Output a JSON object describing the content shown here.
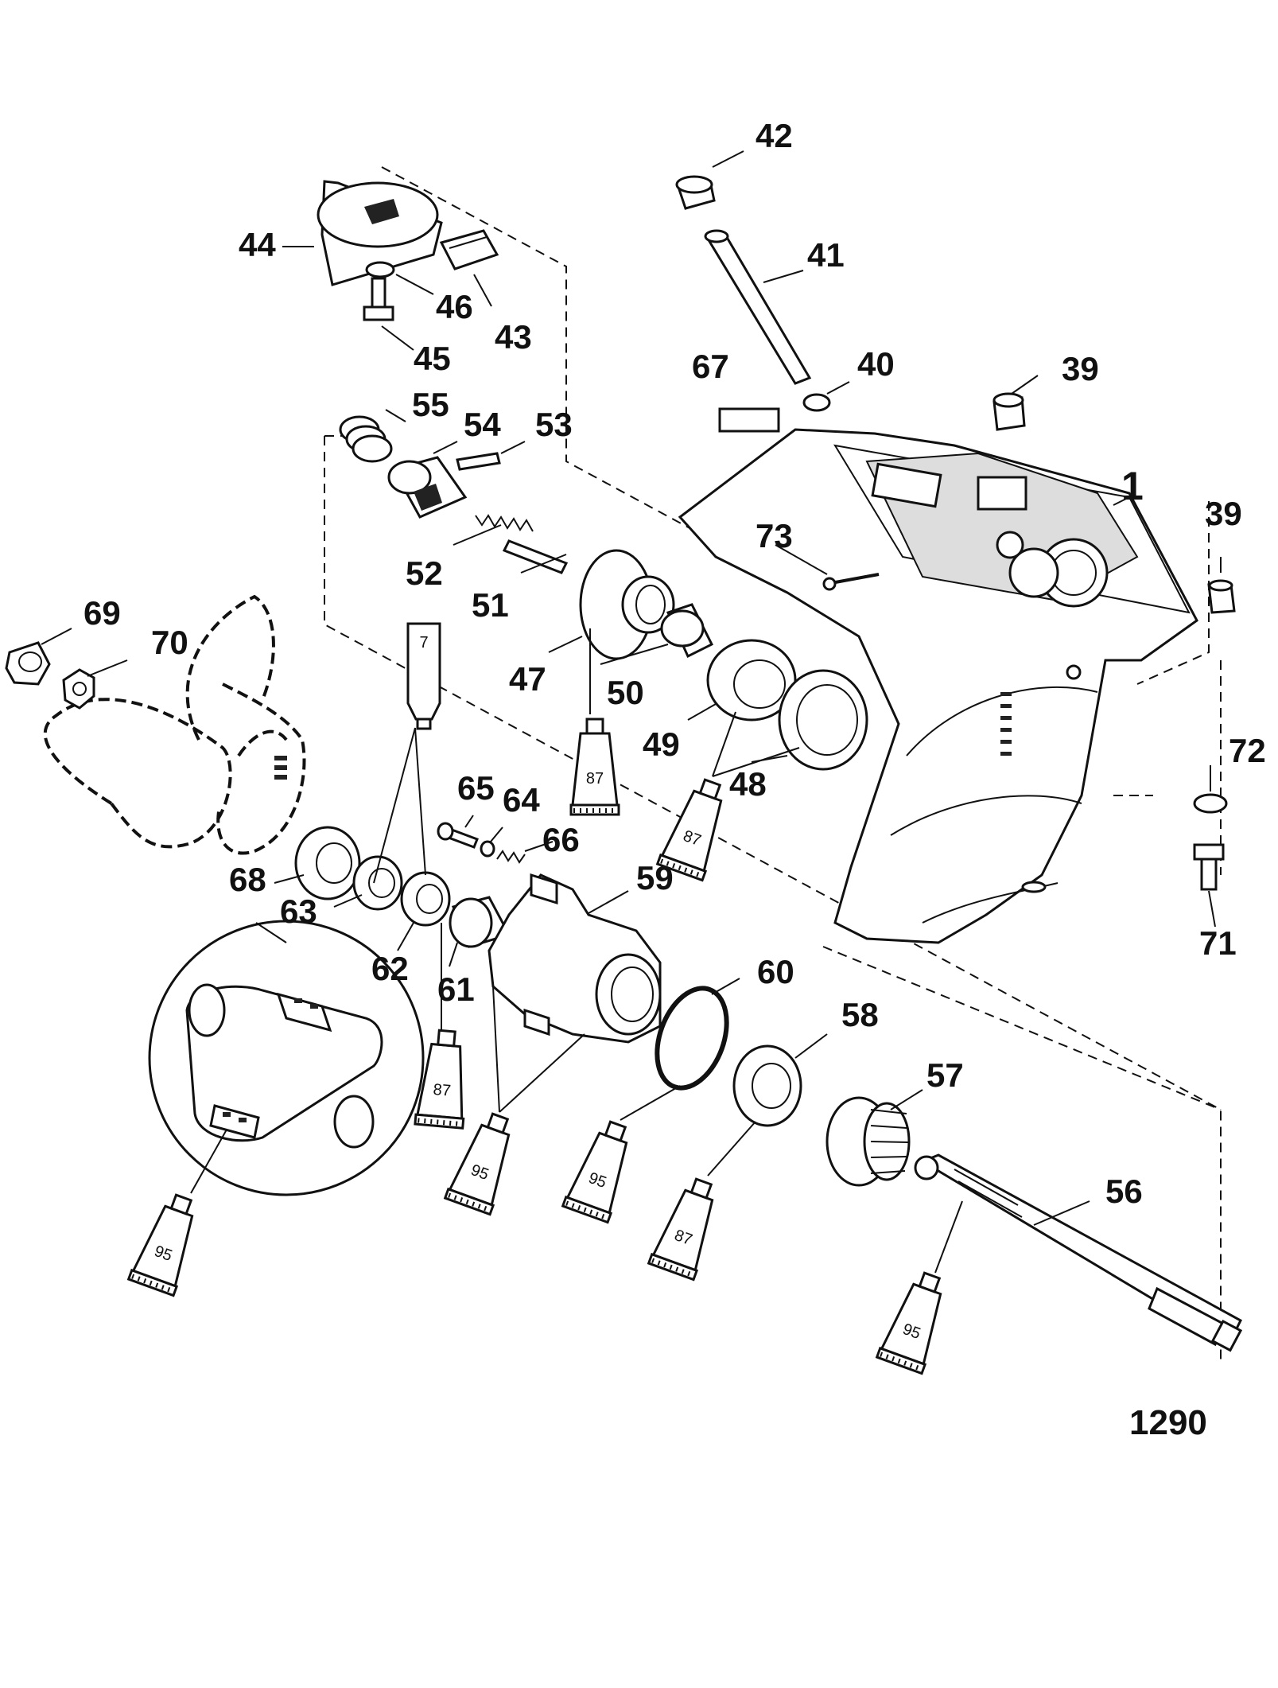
{
  "callouts": {
    "p1": "1",
    "p39a": "39",
    "p39b": "39",
    "p40": "40",
    "p41": "41",
    "p42": "42",
    "p43": "43",
    "p44": "44",
    "p45": "45",
    "p46": "46",
    "p47": "47",
    "p48": "48",
    "p49": "49",
    "p50": "50",
    "p51": "51",
    "p52": "52",
    "p53": "53",
    "p54": "54",
    "p55": "55",
    "p56": "56",
    "p57": "57",
    "p58": "58",
    "p59": "59",
    "p60": "60",
    "p61": "61",
    "p62": "62",
    "p63": "63",
    "p64": "64",
    "p65": "65",
    "p66": "66",
    "p67": "67",
    "p68": "68",
    "p69": "69",
    "p70": "70",
    "p71": "71",
    "p72": "72",
    "p73": "73"
  },
  "tubes": {
    "t7": "7",
    "t87a": "87",
    "t87b": "87",
    "t87c": "87",
    "t87d": "87",
    "t95a": "95",
    "t95b": "95",
    "t95c": "95",
    "t95d": "95"
  },
  "figure_number": "1290"
}
